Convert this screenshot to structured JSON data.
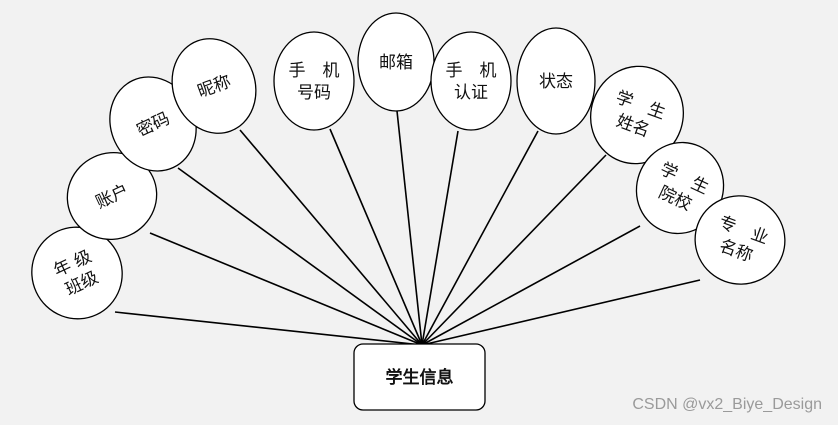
{
  "entity": {
    "label": "学生信息"
  },
  "attributes": [
    {
      "id": "grade-class",
      "lines": [
        "年 级",
        "班级"
      ]
    },
    {
      "id": "account",
      "lines": [
        "账户"
      ]
    },
    {
      "id": "password",
      "lines": [
        "密码"
      ]
    },
    {
      "id": "nickname",
      "lines": [
        "昵称"
      ]
    },
    {
      "id": "phone-number",
      "lines": [
        "手　机",
        "号码"
      ]
    },
    {
      "id": "email",
      "lines": [
        "邮箱"
      ]
    },
    {
      "id": "phone-verify",
      "lines": [
        "手　机",
        "认证"
      ]
    },
    {
      "id": "status",
      "lines": [
        "状态"
      ]
    },
    {
      "id": "student-name",
      "lines": [
        "学　生",
        "姓名"
      ]
    },
    {
      "id": "student-college",
      "lines": [
        "学　生",
        "院校"
      ]
    },
    {
      "id": "major-name",
      "lines": [
        "专　业",
        "名称"
      ]
    }
  ],
  "watermark": "CSDN @vx2_Biye_Design"
}
